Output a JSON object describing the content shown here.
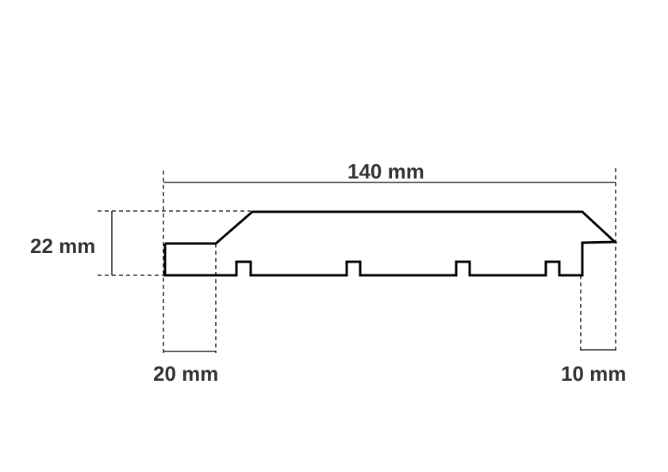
{
  "diagram": {
    "colors": {
      "profile_outline": "#000000",
      "dimension_lines": "#000000",
      "label_text": "#333333"
    },
    "dimensions": {
      "total_width": "140 mm",
      "thickness": "22 mm",
      "left_bevel_width": "20 mm",
      "right_bevel_width": "10 mm"
    }
  }
}
